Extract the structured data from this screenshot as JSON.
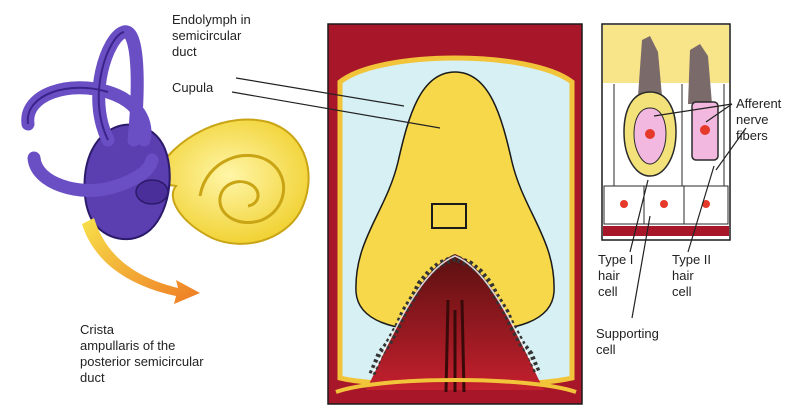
{
  "labels": {
    "endolymph": "Endolymph in\nsemicircular\nduct",
    "cupula": "Cupula",
    "afferent": "Afferent\nnerve\nfibers",
    "type1": "Type I\nhair\ncell",
    "type2": "Type II\nhair\ncell",
    "supporting": "Supporting\ncell",
    "crista": "Crista\nampullaris of the\nposterior semicircular\nduct"
  },
  "colors": {
    "labyrinth": "#6a4fc4",
    "cochlea": "#f4e24a",
    "endolymph": "#d6f0f4",
    "cupula": "#f7d84a",
    "crista_tissue": "#a8162a",
    "border": "#1a1a1a",
    "arrow": "#f08a2a"
  }
}
